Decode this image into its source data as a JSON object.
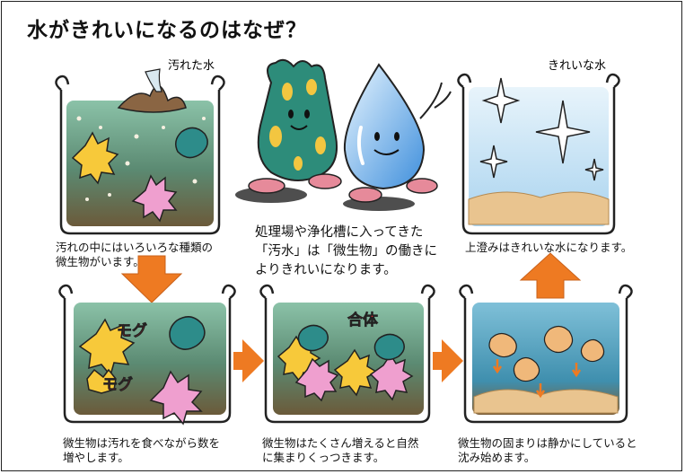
{
  "title": "水がきれいになるのはなぜ？",
  "labels": {
    "dirty_water": "汚れた水",
    "clean_water": "きれいな水",
    "step1": "汚れの中にはいろいろな種類の\n微生物がいます。",
    "center": "処理場や浄化槽に入ってきた\n「汚水」は「微生物」の働きに\nよりきれいになります。",
    "step_clean": "上澄みはきれいな水になります。",
    "step2": "微生物は汚れを食べながら数を\n増やします。",
    "step3": "微生物はたくさん増えると自然\nに集まりくっつきます。",
    "step4": "微生物の固まりは静かにしていると\n沈み始めます。"
  },
  "sfx": {
    "mogu": "モグ",
    "gattai": "合体"
  },
  "colors": {
    "arrow": "#ee7a22",
    "dirty_water_top": "#8bc2a8",
    "dirty_water_bottom": "#6b5a3a",
    "clean_water": "#cfe8f6",
    "sediment": "#e9c48f"
  }
}
